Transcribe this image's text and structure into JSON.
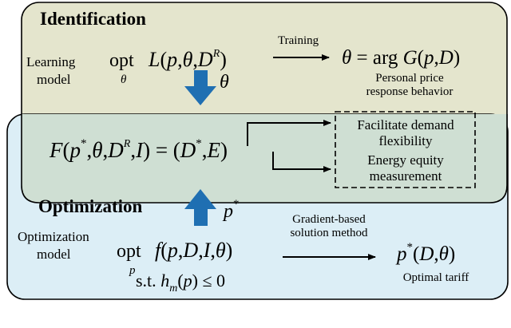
{
  "identification": {
    "title": "Identification",
    "model_label_line1": "Learning",
    "model_label_line2": "model",
    "opt": "opt",
    "opt_sub": "θ",
    "objective": "L(p,θ,DR)",
    "objective_sup": "R",
    "arrow_label": "Training",
    "result": "θ = arg G(p,D)",
    "result_label_line1": "Personal price",
    "result_label_line2": "response behavior"
  },
  "link_down": {
    "symbol": "θ"
  },
  "middle": {
    "equation_lhs": "F(p*,θ,DR,I) = (D*,E)",
    "output_1_line1": "Facilitate demand",
    "output_1_line2": "flexibility",
    "output_2_line1": "Energy equity",
    "output_2_line2": "measurement"
  },
  "link_up": {
    "symbol": "p*"
  },
  "optimization": {
    "title": "Optimization",
    "model_label_line1": "Optimization",
    "model_label_line2": "model",
    "opt": "opt",
    "opt_sub": "p",
    "objective": "f(p,D,I,θ)",
    "constraint": "s.t. hm(p) ≤ 0",
    "arrow_label_line1": "Gradient-based",
    "arrow_label_line2": "solution method",
    "result": "p*(D,θ)",
    "result_label": "Optimal tariff"
  },
  "colors": {
    "identification_fill": "#e4e5cd",
    "optimization_fill": "#dceef6",
    "overlap_fill": "#cfdfd3",
    "block_arrow": "#1f6fb2"
  }
}
